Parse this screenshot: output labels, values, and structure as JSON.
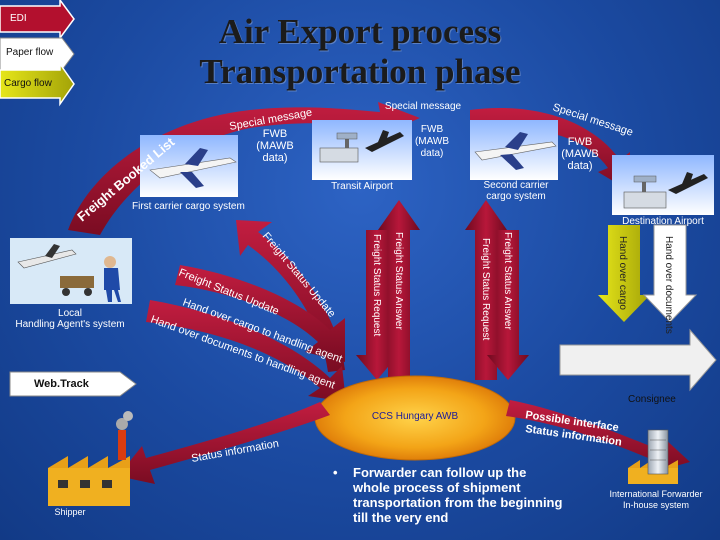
{
  "title_line1": "Air Export process",
  "title_line2": "Transportation phase",
  "legend": {
    "edi": "EDI",
    "paper": "Paper flow",
    "cargo": "Cargo flow"
  },
  "labels": {
    "special_message_top": "Special message",
    "special_message_left": "Special message",
    "special_message_right": "Special message",
    "fwb_1_l1": "FWB",
    "fwb_1_l2": "(MAWB",
    "fwb_1_l3": "data)",
    "fwb_2_l1": "FWB",
    "fwb_2_l2": "(MAWB",
    "fwb_2_l3": "data)",
    "fwb_3_l1": "FWB",
    "fwb_3_l2": "(MAWB",
    "fwb_3_l3": "data)",
    "freight_booked_list": "Freight Booked List",
    "transit_airport": "Transit Airport",
    "second_carrier_l1": "Second carrier",
    "second_carrier_l2": "cargo system",
    "first_carrier": "First carrier cargo system",
    "destination_airport": "Destination Airport",
    "local_agent_l1": "Local",
    "local_agent_l2": "Handling Agent's system",
    "freight_status_update_1": "Freight Status Update",
    "freight_status_update_2": "Freight Status Update",
    "hand_over_cargo": "Hand over cargo to handling agent",
    "hand_over_docs": "Hand over documents to handling agent",
    "fs_answer_1": "Freight Status Answer",
    "fs_request_1": "Freight Status Request",
    "fs_answer_2": "Freight Status Answer",
    "fs_request_2": "Freight Status Request",
    "hand_over_cargo_v": "Hand over cargo",
    "hand_over_docs_v": "Hand over documents",
    "webtrack": "Web.Track",
    "consignee": "Consignee",
    "ccs": "CCS Hungary AWB",
    "possible_interface_l1": "Possible interface",
    "possible_interface_l2": "Status information",
    "status_information": "Status information",
    "shipper": "Shipper",
    "intl_forwarder_l1": "International Forwarder",
    "intl_forwarder_l2": "In-house system"
  },
  "bullet": {
    "dot": "•",
    "text": "Forwarder can follow up the whole process of shipment transportation from the beginning till the very end"
  },
  "colors": {
    "background": "#1b4aa1",
    "red_arrow": "#a8102e",
    "yellow_arrow": "#c8c80a",
    "ellipse": "#f2a516"
  }
}
